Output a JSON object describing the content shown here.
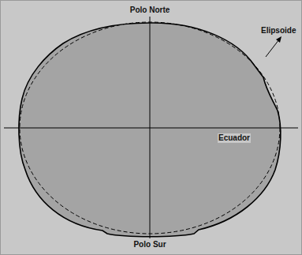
{
  "diagram": {
    "labels": [
      "Polo Norte",
      "Ecuador",
      "Elipsoide",
      "Polo Sur"
    ]
  }
}
